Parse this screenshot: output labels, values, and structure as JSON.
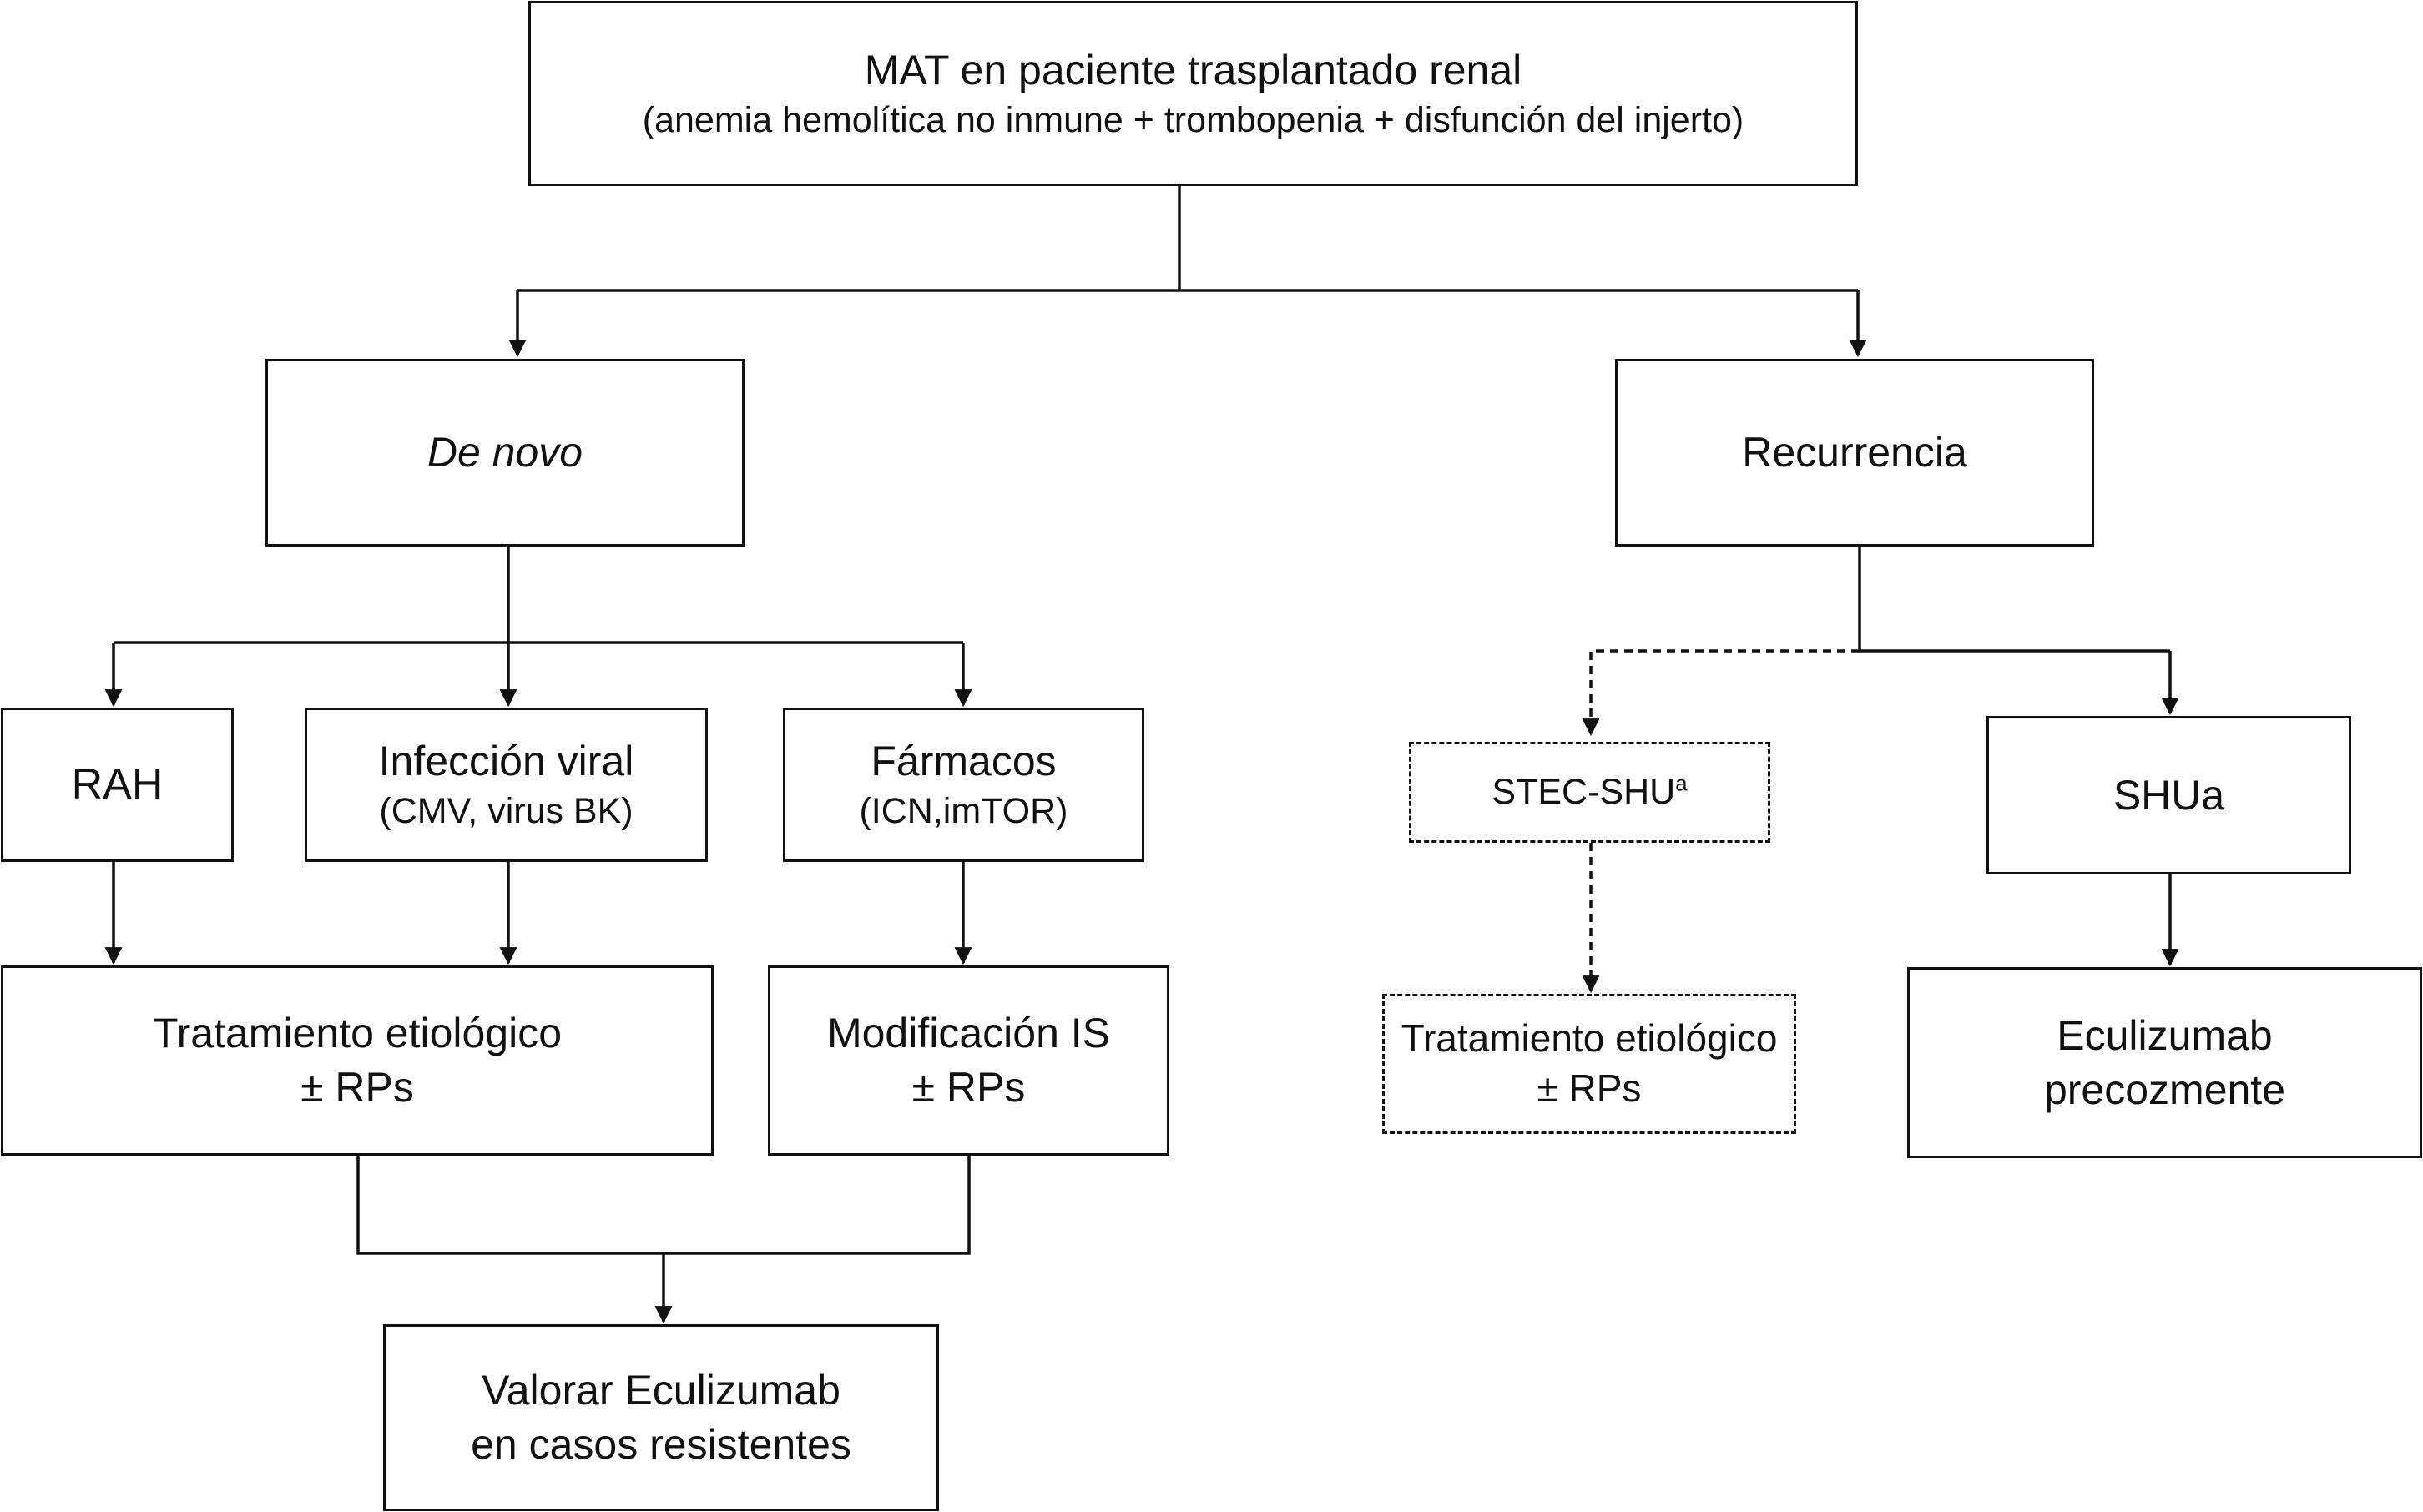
{
  "root": {
    "title": "MAT en paciente trasplantado renal",
    "subtitle": "(anemia hemolítica no inmune + trombopenia + disfunción del injerto)"
  },
  "denovo": {
    "label": "De novo"
  },
  "recurrencia": {
    "label": "Recurrencia"
  },
  "rah": {
    "label": "RAH"
  },
  "infeccion": {
    "title": "Infección viral",
    "subtitle": "(CMV, virus BK)"
  },
  "farmacos": {
    "title": "Fármacos",
    "subtitle": "(ICN,imTOR)"
  },
  "stec": {
    "label": "STEC-SHU",
    "sup": "a"
  },
  "shua": {
    "label": "SHUa"
  },
  "tratamiento": {
    "line1": "Tratamiento etiológico",
    "line2": "± RPs"
  },
  "modificacion": {
    "line1": "Modificación IS",
    "line2": "± RPs"
  },
  "stec_tratamiento": {
    "line1": "Tratamiento etiológico",
    "line2": "± RPs"
  },
  "eculizumab": {
    "line1": "Eculizumab",
    "line2": "precozmente"
  },
  "valorar": {
    "line1": "Valorar Eculizumab",
    "line2": "en casos resistentes"
  }
}
